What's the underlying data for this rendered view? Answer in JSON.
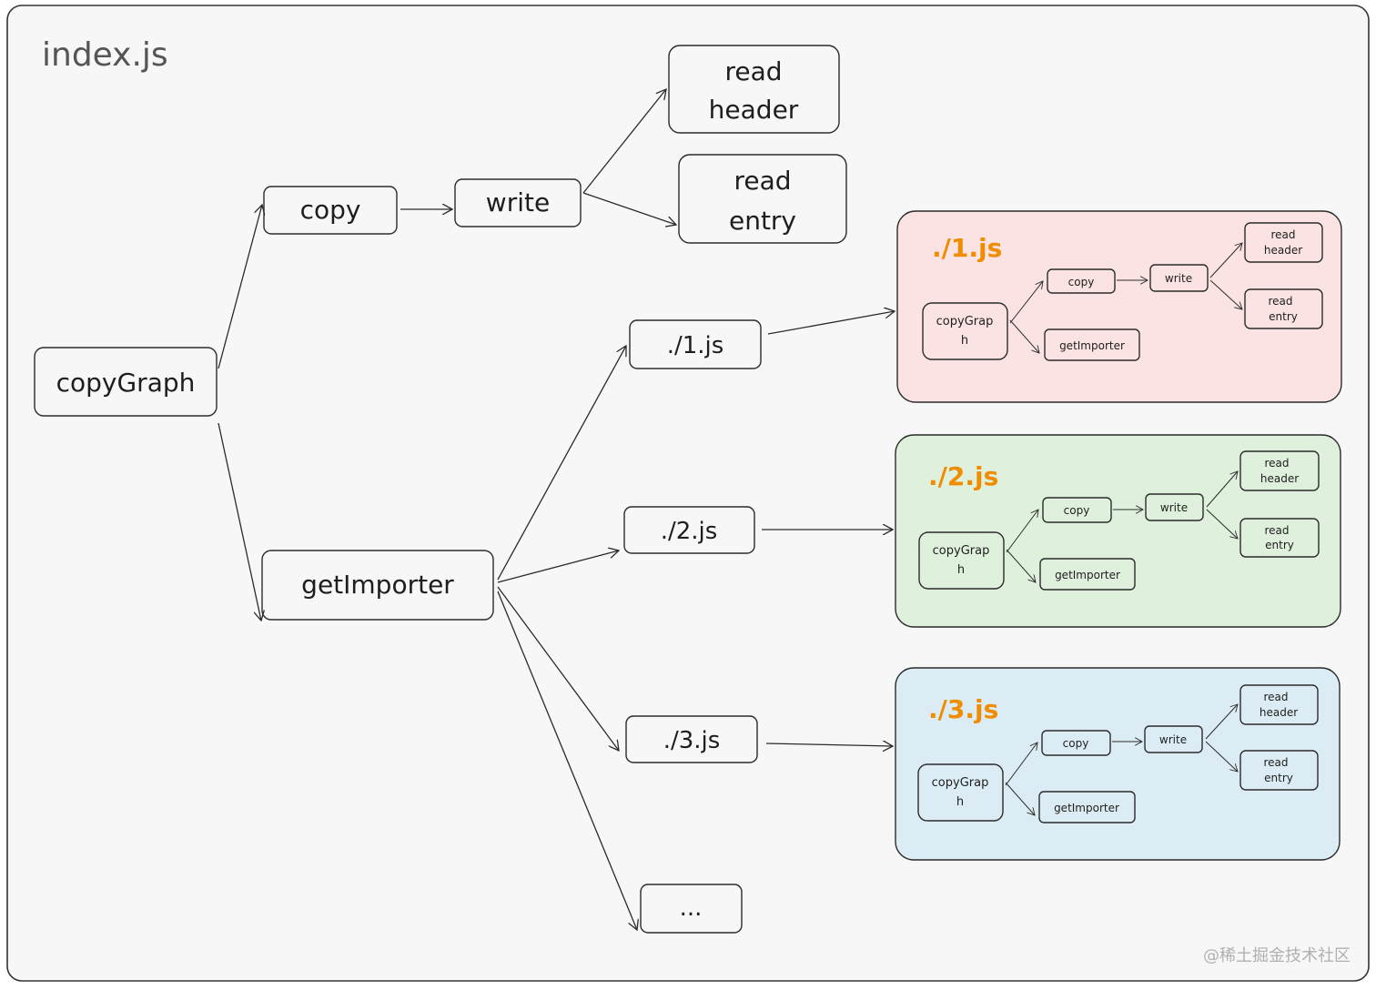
{
  "title": "index.js",
  "nodes": {
    "copyGraph": "copyGraph",
    "copy": "copy",
    "write": "write",
    "read_header": [
      "read",
      "header"
    ],
    "read_entry": [
      "read",
      "entry"
    ],
    "getImporter": "getImporter",
    "js1": "./1.js",
    "js2": "./2.js",
    "js3": "./3.js",
    "more": "..."
  },
  "modules": [
    {
      "title": "./1.js",
      "color": "#fbe3e3",
      "copyGraph": [
        "copyGrap",
        "h"
      ],
      "copy": "copy",
      "write": "write",
      "getImporter": "getImporter",
      "read_header": [
        "read",
        "header"
      ],
      "read_entry": [
        "read",
        "entry"
      ]
    },
    {
      "title": "./2.js",
      "color": "#dff1dc",
      "copyGraph": [
        "copyGrap",
        "h"
      ],
      "copy": "copy",
      "write": "write",
      "getImporter": "getImporter",
      "read_header": [
        "read",
        "header"
      ],
      "read_entry": [
        "read",
        "entry"
      ]
    },
    {
      "title": "./3.js",
      "color": "#dcecf5",
      "copyGraph": [
        "copyGrap",
        "h"
      ],
      "copy": "copy",
      "write": "write",
      "getImporter": "getImporter",
      "read_header": [
        "read",
        "header"
      ],
      "read_entry": [
        "read",
        "entry"
      ]
    }
  ],
  "watermark": "@稀土掘金技术社区",
  "colors": {
    "module_title": "#f08c00",
    "stroke": "#2b2b2b",
    "frame_bg": "#f7f7f7"
  }
}
